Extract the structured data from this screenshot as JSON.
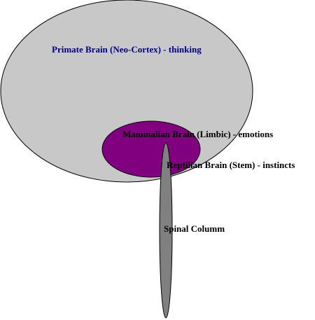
{
  "diagram": {
    "regions": [
      {
        "id": "primate",
        "label": "Primate Brain (Neo-Cortex) - thinking",
        "fill": "#c8c8c8",
        "text_color": "#000080"
      },
      {
        "id": "mammalian",
        "label": "Mammalian Brain (Limbic) - emotions",
        "fill": "#800080",
        "text_color": "#000000"
      },
      {
        "id": "reptilian",
        "label": "Reptilian Brain (Stem) - instincts",
        "fill": "#808080",
        "text_color": "#000000"
      },
      {
        "id": "spinal",
        "label": "Spinal Columm",
        "text_color": "#000000"
      }
    ]
  }
}
